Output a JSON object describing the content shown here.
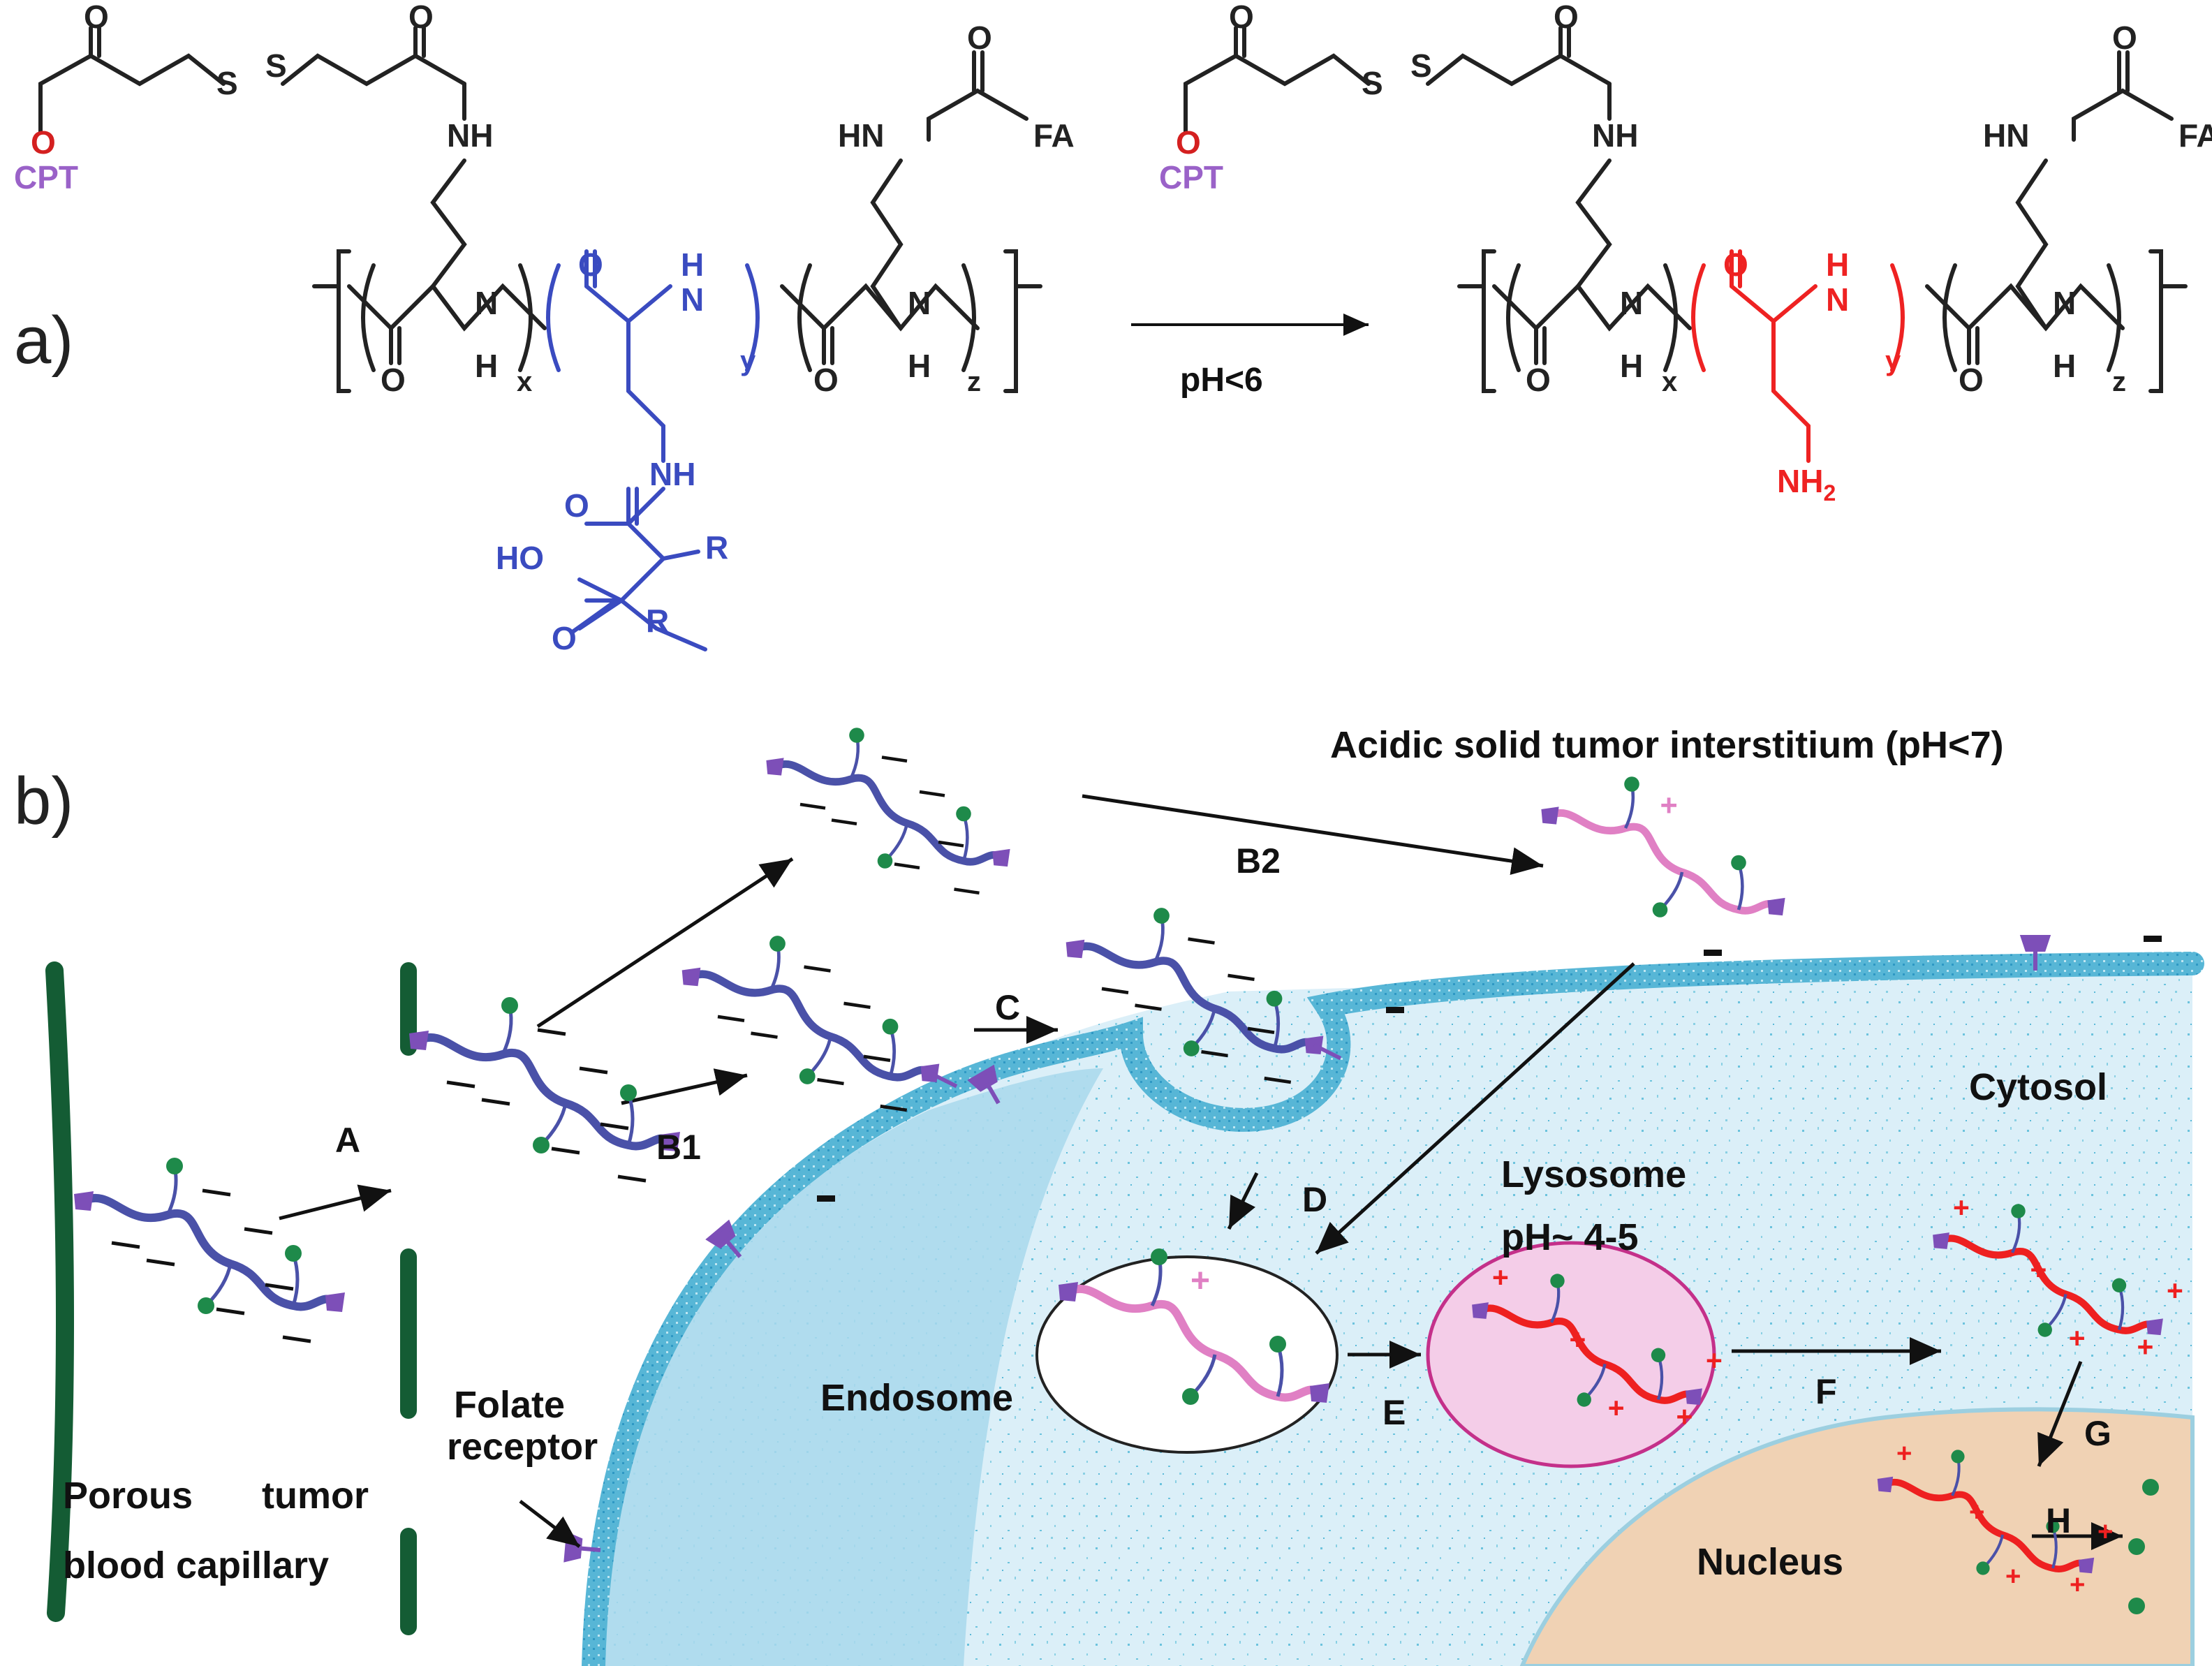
{
  "colors": {
    "neutral_polymer": "#4a51a8",
    "charge_reversed_polymer": "#e080c4",
    "cationic_polymer": "#ee2020",
    "drug_dot": "#1e8a4a",
    "folate_ligand": "#7d4fb8",
    "capillary": "#145c34",
    "membrane": "#4aaed0",
    "cytoplasm": "#dbeff8",
    "endosome_region": "#a8d8ec",
    "nucleus": "#f0d2b4",
    "lysosome_fill": "#f4cde8",
    "lysosome_stroke": "#c4308a",
    "ester_oxygen": "#d42020",
    "cpt_label": "#9a62c8",
    "blue_unit": "#3a4bc0",
    "red_unit": "#ee2222"
  },
  "panel_a": {
    "label": "a)",
    "condition": "pH<6",
    "cpt": "CPT",
    "fa": "FA",
    "oxygen": "O",
    "sulfur": "S",
    "nh": "NH",
    "hn": "HN",
    "n": "N",
    "h": "H",
    "ho": "HO",
    "r": "R",
    "nh2": "NH",
    "nh2_sub": "2",
    "x": "x",
    "y": "y",
    "z": "z"
  },
  "panel_b": {
    "label": "b)",
    "title": "Acidic solid tumor interstitium (pH<7)",
    "steps": {
      "A": "A",
      "B1": "B1",
      "B2": "B2",
      "C": "C",
      "D": "D",
      "E": "E",
      "F": "F",
      "G": "G",
      "H": "H"
    },
    "capillary_word1": "Porous",
    "capillary_word2": "tumor",
    "capillary_line2": "blood capillary",
    "folate_line1": "Folate",
    "folate_line2": "receptor",
    "endosome": "Endosome",
    "lysosome_line1": "Lysosome",
    "lysosome_line2": "pH~ 4-5",
    "cytosol": "Cytosol",
    "nucleus": "Nucleus",
    "minus": "−",
    "plus": "+"
  }
}
